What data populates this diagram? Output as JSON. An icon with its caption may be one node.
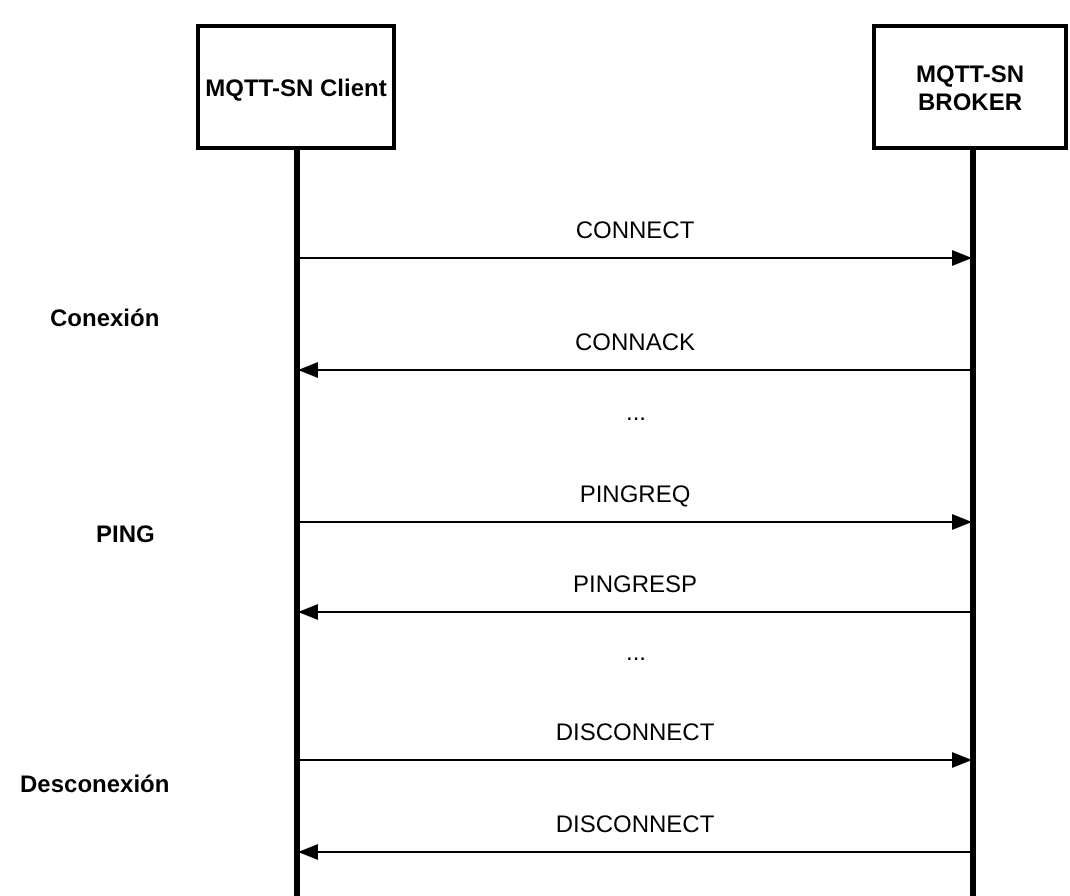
{
  "diagram": {
    "nodes": [
      {
        "text": [
          "MQTT-SN Client"
        ]
      },
      {
        "text": [
          "MQTT-SN BROKER"
        ]
      },
      {
        "text": [],
        "shape": "bar"
      },
      {
        "text": [],
        "shape": "bar"
      }
    ],
    "edges": [
      {
        "from": 2,
        "to": 3,
        "arrow": "to",
        "label": "CONNECT"
      },
      {
        "from": 3,
        "to": 2,
        "arrow": "to",
        "label": "CONNACK"
      },
      {
        "from": 2,
        "to": 3,
        "arrow": "to",
        "label": "PINGREQ"
      },
      {
        "from": 3,
        "to": 2,
        "arrow": "to",
        "label": "PINGRESP"
      },
      {
        "from": 2,
        "to": 3,
        "arrow": "to",
        "label": "DISCONNECT"
      },
      {
        "from": 3,
        "to": 2,
        "arrow": "to",
        "label": "DISCONNECT"
      }
    ],
    "labels": [
      "Conexión",
      "...",
      "PING",
      "...",
      "Desconexión"
    ]
  }
}
